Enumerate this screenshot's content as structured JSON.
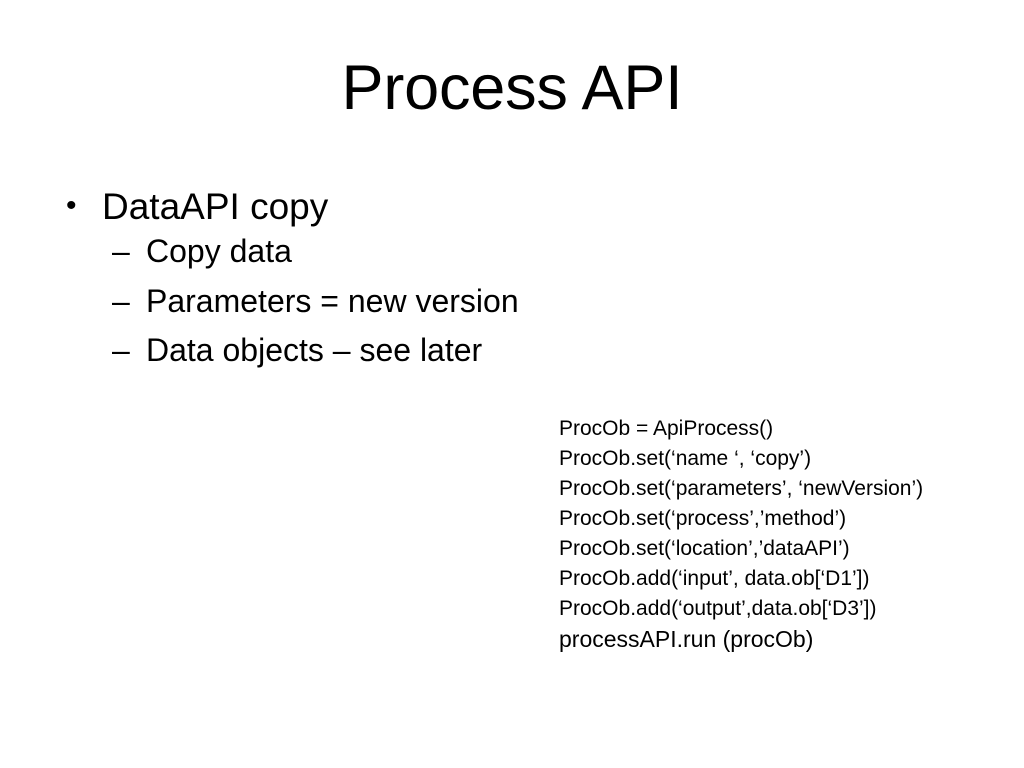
{
  "slide": {
    "title": "Process API",
    "background_color": "#ffffff",
    "text_color": "#000000"
  },
  "outline": {
    "items": [
      {
        "level": 1,
        "marker": "•",
        "text": "DataAPI copy"
      },
      {
        "level": 2,
        "marker": "–",
        "text": "Copy data"
      },
      {
        "level": 2,
        "marker": "–",
        "text": "Parameters = new version"
      },
      {
        "level": 2,
        "marker": "–",
        "text": "Data objects – see later"
      }
    ]
  },
  "code_block": {
    "lines": [
      "ProcOb = ApiProcess()",
      "ProcOb.set(‘name ‘, ‘copy’)",
      "ProcOb.set(‘parameters’, ‘newVersion’)",
      "ProcOb.set(‘process’,’method’)",
      "ProcOb.set(‘location’,’dataAPI’)",
      "ProcOb.add(‘input’, data.ob[‘D1’])",
      "ProcOb.add(‘output’,data.ob[‘D3’])",
      "processAPI.run (procOb)"
    ]
  }
}
